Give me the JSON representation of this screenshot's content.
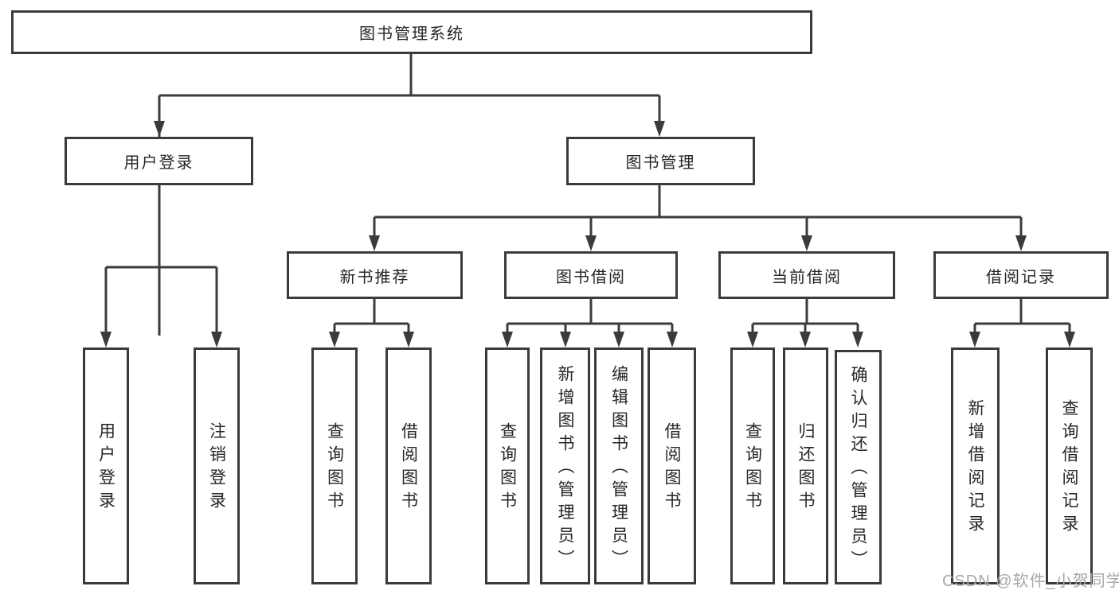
{
  "tree": {
    "root": {
      "label": "图书管理系统"
    },
    "branches": [
      {
        "label": "用户登录",
        "children": [
          {
            "label": "用户登录"
          },
          {
            "label": "注销登录"
          }
        ]
      },
      {
        "label": "图书管理",
        "children": [
          {
            "label": "新书推荐",
            "children": [
              {
                "label": "查询图书"
              },
              {
                "label": "借阅图书"
              }
            ]
          },
          {
            "label": "图书借阅",
            "children": [
              {
                "label": "查询图书"
              },
              {
                "label": "新增图书（管理员）"
              },
              {
                "label": "编辑图书（管理员）"
              },
              {
                "label": "借阅图书"
              }
            ]
          },
          {
            "label": "当前借阅",
            "children": [
              {
                "label": "查询图书"
              },
              {
                "label": "归还图书"
              },
              {
                "label": "确认归还（管理员）"
              }
            ]
          },
          {
            "label": "借阅记录",
            "children": [
              {
                "label": "新增借阅记录"
              },
              {
                "label": "查询借阅记录"
              }
            ]
          }
        ]
      }
    ]
  },
  "watermark": "CSDN @软件_小贺同学",
  "colors": {
    "line": "#3b3b3b",
    "border": "#3b3b3b",
    "text": "#262626",
    "watermark": "#a8a8a8",
    "background": "#ffffff"
  }
}
